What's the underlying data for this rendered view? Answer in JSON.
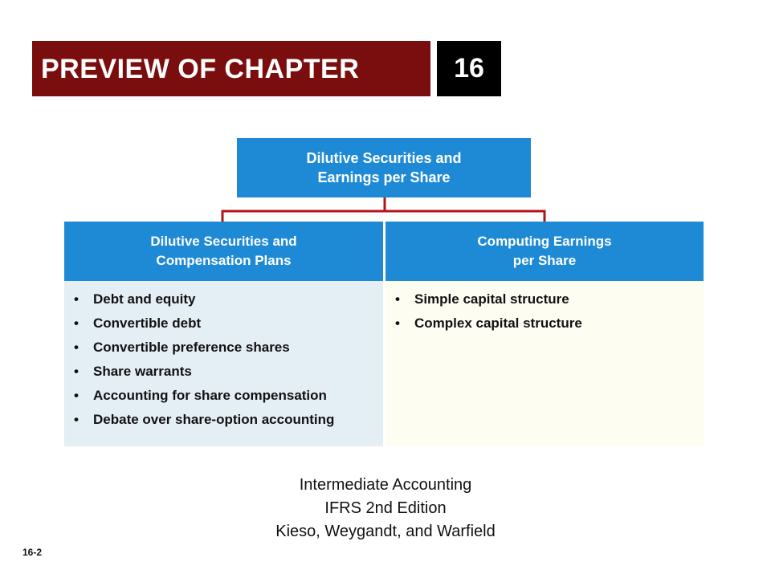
{
  "banner": {
    "title": "PREVIEW OF CHAPTER",
    "chapter": "16"
  },
  "diagram": {
    "root": {
      "line1": "Dilutive Securities and",
      "line2": "Earnings per Share"
    },
    "columns": [
      {
        "heading_line1": "Dilutive Securities and",
        "heading_line2": "Compensation Plans",
        "items": [
          "Debt and equity",
          "Convertible debt",
          "Convertible preference shares",
          "Share warrants",
          "Accounting for share compensation",
          "Debate over share-option accounting"
        ]
      },
      {
        "heading_line1": "Computing Earnings",
        "heading_line2": "per Share",
        "items": [
          "Simple capital structure",
          "Complex capital structure"
        ]
      }
    ],
    "bullet": "•"
  },
  "footer": {
    "line1": "Intermediate Accounting",
    "line2": "IFRS 2nd Edition",
    "line3": "Kieso, Weygandt, and Warfield"
  },
  "page_number": "16-2",
  "colors": {
    "banner": "#7a0e0e",
    "box_blue": "#1e8ad6",
    "connector": "#b3141b",
    "left_body": "#e4eef5",
    "right_body": "#fdfdf2"
  }
}
